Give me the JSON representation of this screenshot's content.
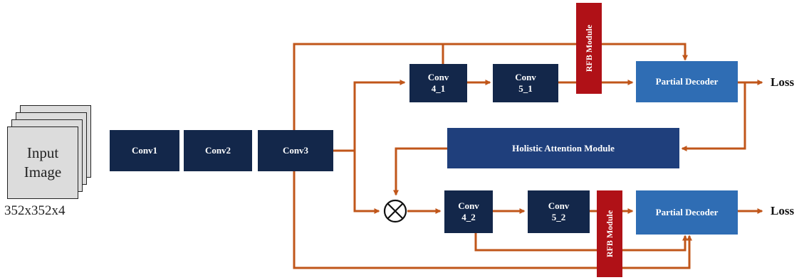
{
  "input": {
    "label_line1": "Input",
    "label_line2": "Image",
    "size": "352x352x4"
  },
  "blocks": {
    "conv1": "Conv1",
    "conv2": "Conv2",
    "conv3": "Conv3",
    "conv4_1": {
      "line1": "Conv",
      "line2": "4_1"
    },
    "conv5_1": {
      "line1": "Conv",
      "line2": "5_1"
    },
    "conv4_2": {
      "line1": "Conv",
      "line2": "4_2"
    },
    "conv5_2": {
      "line1": "Conv",
      "line2": "5_2"
    },
    "rfb_top": "RFB Module",
    "rfb_bottom": "RFB Module",
    "decoder_top": "Partial Decoder",
    "decoder_bottom": "Partial Decoder",
    "ham": "Holistic Attention Module"
  },
  "outputs": {
    "loss_top": "Loss",
    "loss_bottom": "Loss"
  },
  "colors": {
    "arrow": "#c0561a",
    "conv_block": "#13274a",
    "decoder_block": "#2f6db4",
    "ham_block": "#1f3f7c",
    "rfb_block": "#b01117"
  }
}
